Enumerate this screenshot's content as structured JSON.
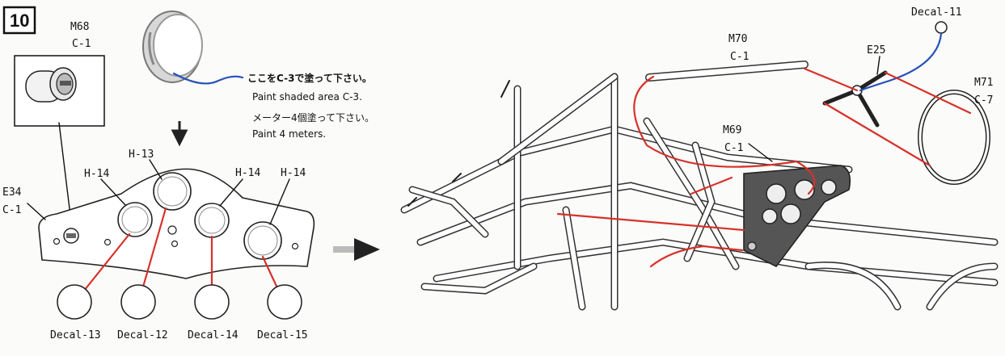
{
  "step": {
    "number": "10"
  },
  "labels": {
    "m68": "M68",
    "m68_color": "C-1",
    "e34": "E34",
    "e34_color": "C-1",
    "h13": "H-13",
    "h14a": "H-14",
    "h14b": "H-14",
    "h14c": "H-14",
    "m70": "M70",
    "m70_color": "C-1",
    "e25": "E25",
    "decal11": "Decal-11",
    "m71": "M71",
    "m71_color": "C-7",
    "m69": "M69",
    "m69_color": "C-1"
  },
  "notes": {
    "paint_jp": "ここをC-3で塗って下さい。",
    "paint_en": "Paint shaded area C-3.",
    "meters_jp": "メーター4個塗って下さい。",
    "meters_en": "Paint 4 meters."
  },
  "decals": [
    "Decal-13",
    "Decal-12",
    "Decal-14",
    "Decal-15"
  ],
  "colors": {
    "red_leader": "#d7312a",
    "blue_leader": "#2650b8",
    "ink": "#111111"
  },
  "icons": {
    "down_arrow": "down-arrow-icon",
    "right_arrow": "right-arrow-icon"
  }
}
